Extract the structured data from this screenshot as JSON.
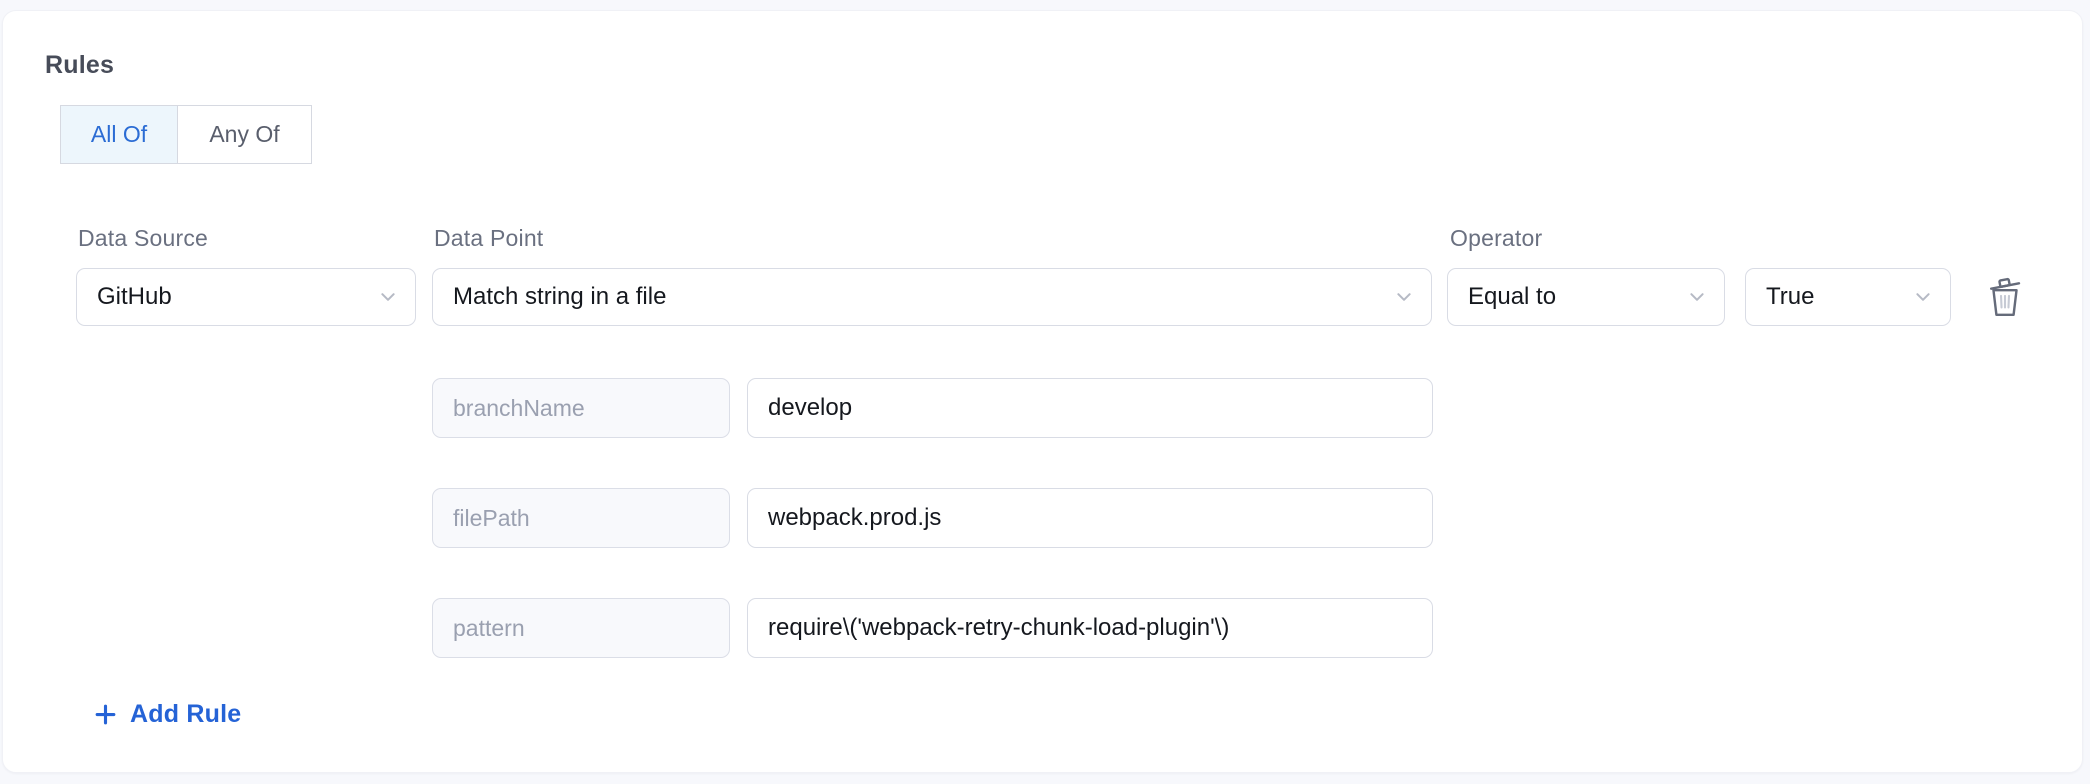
{
  "title": "Rules",
  "match_mode": {
    "all_of_label": "All Of",
    "any_of_label": "Any Of",
    "selected": "All Of"
  },
  "rule": {
    "data_source": {
      "label": "Data Source",
      "value": "GitHub"
    },
    "data_point": {
      "label": "Data Point",
      "value": "Match string in a file"
    },
    "operator": {
      "label": "Operator",
      "value": "Equal to"
    },
    "expected_value": {
      "value": "True"
    },
    "delete_icon": "trash-icon",
    "parameters": [
      {
        "key": "branchName",
        "value": "develop"
      },
      {
        "key": "filePath",
        "value": "webpack.prod.js"
      },
      {
        "key": "pattern",
        "value": "require\\('webpack-retry-chunk-load-plugin'\\)"
      }
    ]
  },
  "add_rule_label": "Add Rule",
  "colors": {
    "accent_blue": "#2b6cd4",
    "add_rule_blue": "#2563d6",
    "selected_segment_bg": "#edf6fc",
    "page_bg": "#f7f8fc",
    "card_bg": "#ffffff",
    "input_border": "#d9dce5",
    "disabled_field_bg": "#f8f9fc",
    "label_gray": "#6a7080",
    "text_dark": "#15181e"
  }
}
